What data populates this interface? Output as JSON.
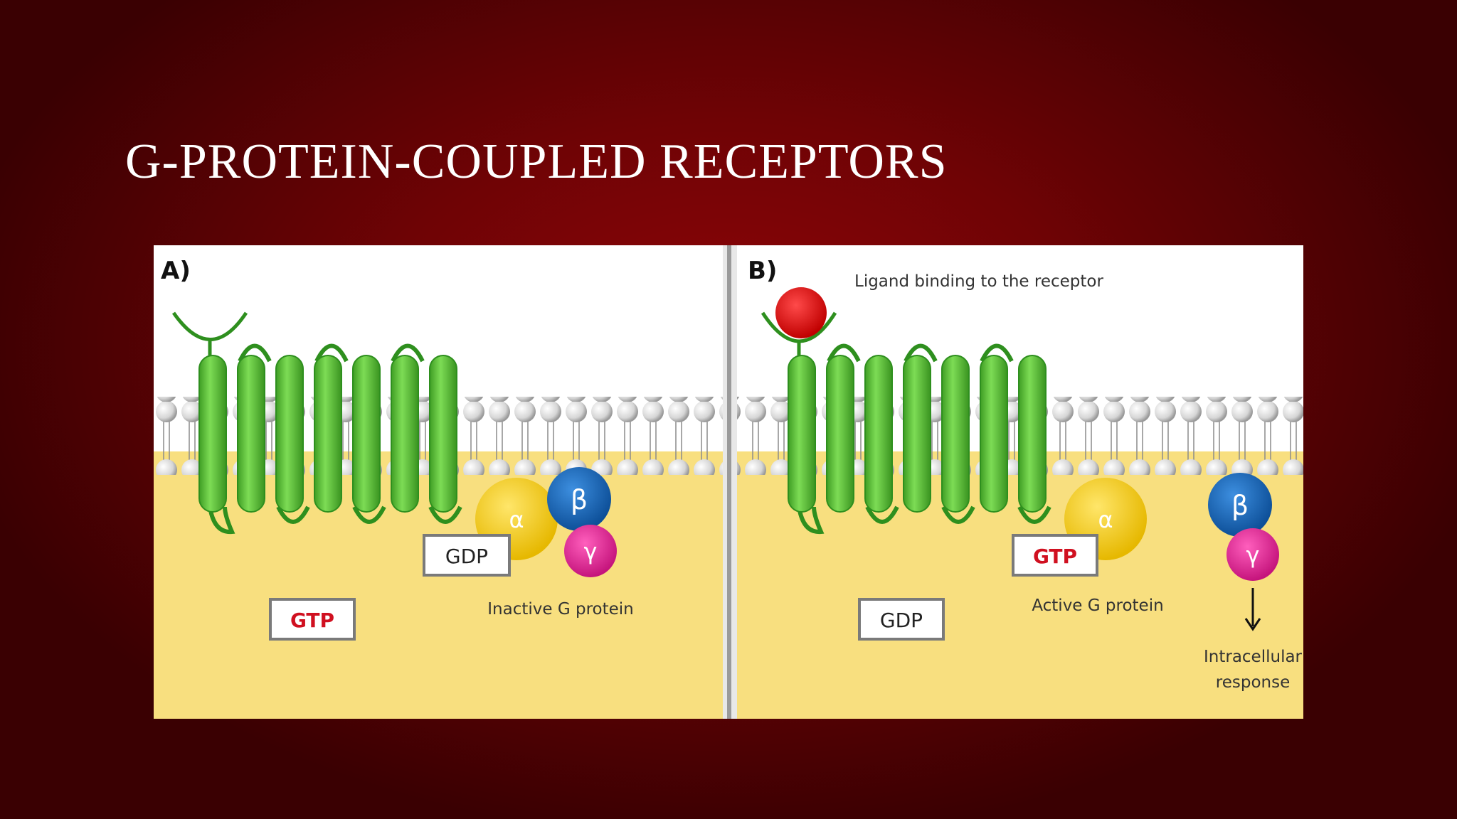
{
  "slide": {
    "title": "G-PROTEIN-COUPLED RECEPTORS"
  },
  "panel_a": {
    "label": "A)",
    "box_gdp": "GDP",
    "box_gtp": "GTP",
    "alpha": "α",
    "beta": "β",
    "gamma": "γ",
    "caption": "Inactive G protein"
  },
  "panel_b": {
    "label": "B)",
    "ligand_caption": "Ligand binding to the receptor",
    "box_gtp": "GTP",
    "box_gdp": "GDP",
    "alpha": "α",
    "beta": "β",
    "gamma": "γ",
    "caption": "Active G protein",
    "response_line1": "Intracellular",
    "response_line2": "response"
  },
  "colors": {
    "background": "#7a0306",
    "receptor": "#5cc43a",
    "alpha": "#f7d31a",
    "beta": "#1a6fc0",
    "gamma": "#e8259a",
    "ligand": "#e01010",
    "cytoplasm": "#f8df7f",
    "gtp_text": "#d01020"
  }
}
